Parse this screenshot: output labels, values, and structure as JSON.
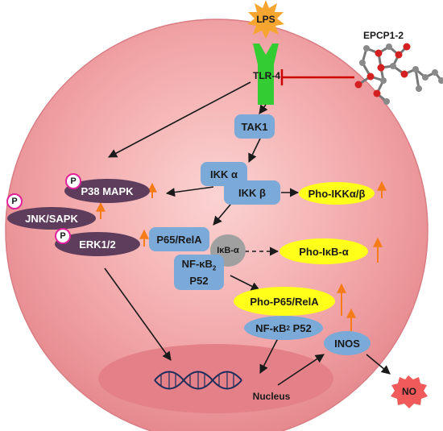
{
  "nodes": {
    "lps": "LPS",
    "epcp": "EPCP1-2",
    "tlr4": "TLR-4",
    "tak1": "TAK1",
    "ikk_alpha": "IKK α",
    "ikk_beta": "IKK β",
    "pho_ikk": "Pho-IKKα/β",
    "p38": "P38 MAPK",
    "jnk": "JNK/SAPK",
    "erk": "ERK1/2",
    "p65": "P65/RelA",
    "ikb_alpha": "IκB-α",
    "nfkb_main": "NF-κB",
    "nfkb_sub": "2",
    "p52": "P52",
    "pho_ikb": "Pho-IκB-α",
    "pho_p65": "Pho-P65/RelA",
    "nfkb_p52_main": "NF-κB",
    "nfkb_p52_sub": "2",
    "nfkb_p52_tail": " P52",
    "inos": "INOS",
    "no": "NO",
    "nucleus": "Nucleus",
    "phospho": "P"
  },
  "colors": {
    "cell": "#f2a7a9",
    "cell_edge": "#d97d84",
    "nucleus": "#e48088",
    "lps_star": "#f7a531",
    "receptor": "#33cc33",
    "inhibitor": "#cc0000",
    "arrow": "#1a1a1a",
    "up_arrow": "#f57c19",
    "blue_box": "#7ba9d8",
    "yellow": "#ffff1a",
    "purple": "#5e3c5c",
    "gray_node": "#a0a0a0",
    "no_burst": "#f05a5a",
    "dna": "#1e2c5c"
  },
  "icons": [
    "lps-star-icon",
    "tlr4-receptor-icon",
    "epcp-molecule-icon",
    "dna-helix-icon",
    "no-burst-icon",
    "up-arrow-icon",
    "phospho-icon"
  ]
}
